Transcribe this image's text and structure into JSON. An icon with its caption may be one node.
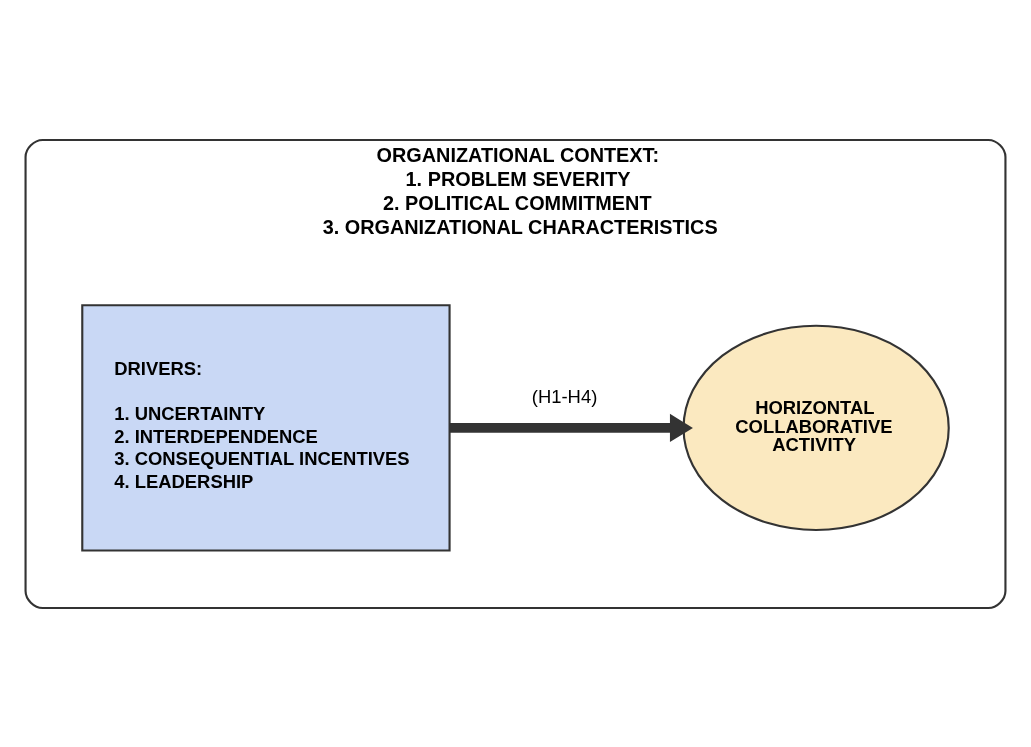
{
  "diagram": {
    "nodes": [
      {
        "text": [
          "ORGANIZATIONAL CONTEXT:",
          "1. PROBLEM SEVERITY",
          "2. POLITICAL COMMITMENT",
          "3. ORGANIZATIONAL CHARACTERISTICS"
        ]
      },
      {
        "text": [
          "DRIVERS:",
          "1. UNCERTAINTY",
          "2. INTERDEPENDENCE",
          "3. CONSEQUENTIAL INCENTIVES",
          "4. LEADERSHIP"
        ],
        "in": 0
      },
      {
        "text": [
          "HORIZONTAL COLLABORATIVE ACTIVITY"
        ],
        "in": 0
      }
    ],
    "edges": [
      {
        "from": 1,
        "to": 2,
        "arrow": "to",
        "label": "(H1-H4)"
      }
    ]
  }
}
